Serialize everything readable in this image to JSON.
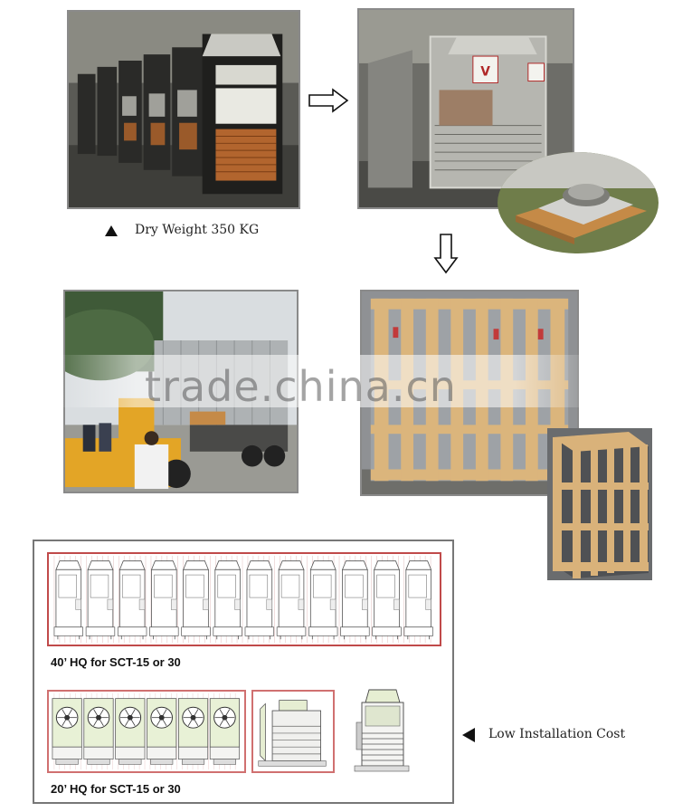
{
  "captions": {
    "dry_weight": "Dry Weight 350 KG",
    "low_install": "Low Installation Cost"
  },
  "watermark": "trade.china.cn",
  "panel": {
    "label_40": "40’ HQ for SCT-15 or 30",
    "label_20": "20’ HQ for SCT-15 or 30"
  },
  "icons": {
    "bullet_up": "triangle-up-icon",
    "bullet_left": "triangle-left-icon",
    "arrow_right": "arrow-right-icon",
    "arrow_down": "arrow-down-icon"
  },
  "colors": {
    "container_border": "#c04a4a",
    "crate_wood": "#d9b27a",
    "unit_fill": "#e8f1d6"
  }
}
